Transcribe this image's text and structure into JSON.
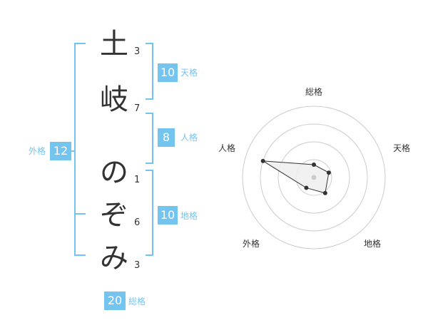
{
  "name": {
    "chars": [
      {
        "char": "土",
        "strokes": "3"
      },
      {
        "char": "岐",
        "strokes": "7"
      },
      {
        "char": "の",
        "strokes": "1"
      },
      {
        "char": "ぞ",
        "strokes": "6"
      },
      {
        "char": "み",
        "strokes": "3"
      }
    ]
  },
  "fortunes": {
    "tenkaku": {
      "value": "10",
      "label": "天格"
    },
    "jinkaku": {
      "value": "8",
      "label": "人格"
    },
    "chikaku": {
      "value": "10",
      "label": "地格"
    },
    "gaikaku": {
      "value": "12",
      "label": "外格"
    },
    "soukaku": {
      "value": "20",
      "label": "総格"
    }
  },
  "chart_data": {
    "type": "radar",
    "axes": [
      "総格",
      "天格",
      "地格",
      "外格",
      "人格"
    ],
    "values": [
      20,
      10,
      10,
      12,
      8
    ],
    "point_radius": [
      0.18,
      0.22,
      0.27,
      0.18,
      0.75
    ],
    "rings": 4,
    "colors": {
      "accent": "#74c4f0",
      "fill": "#eeeeee",
      "ring": "#cccccc",
      "point": "#333333",
      "center": "#cccccc"
    }
  }
}
